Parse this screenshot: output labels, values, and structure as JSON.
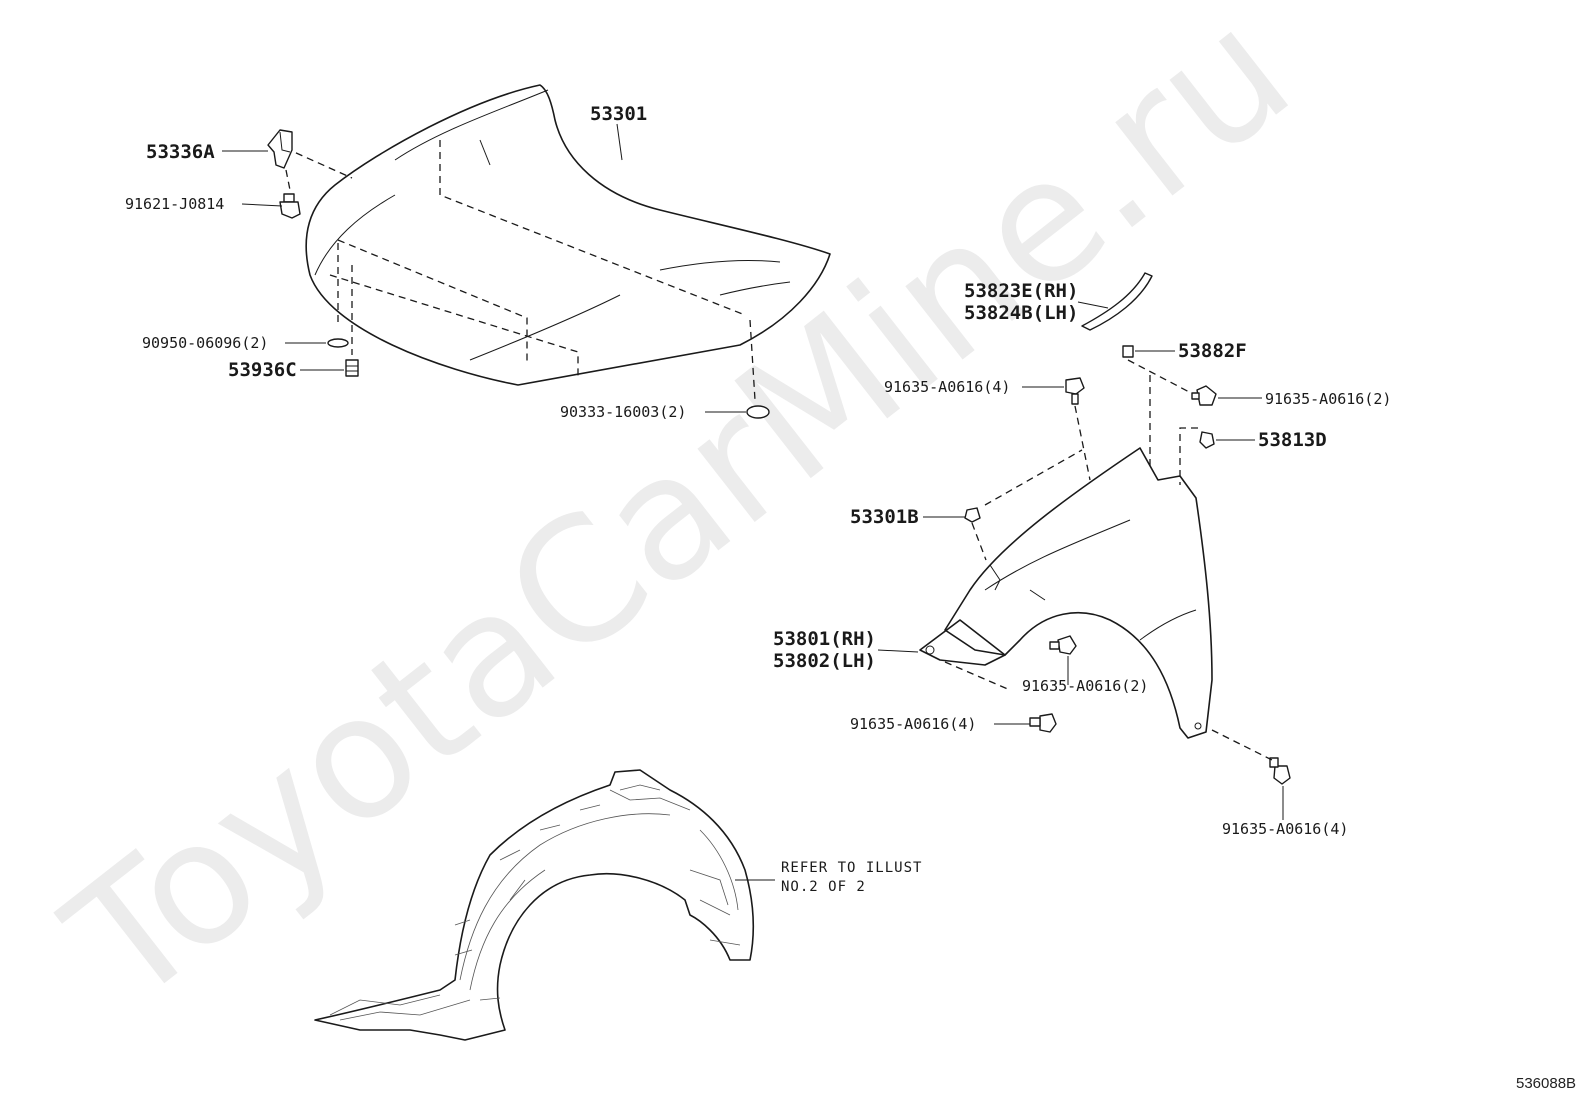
{
  "watermark": "ToyotaCarMine.ru",
  "diagram_code": "536088B",
  "labels": {
    "hood": "53301",
    "hinge_bracket": "53336A",
    "hinge_bolt": "91621-J0814",
    "hood_seal": "90950-06096(2)",
    "hood_cushion": "53936C",
    "hood_plug": "90333-16003(2)",
    "fender_seal_rh": "53823E(RH)",
    "fender_seal_lh": "53824B(LH)",
    "fender_clip": "53882F",
    "bolt_top_left": "91635-A0616(4)",
    "bolt_top_right": "91635-A0616(2)",
    "fender_grommet": "53813D",
    "fender_insulator": "53301B",
    "fender_rh": "53801(RH)",
    "fender_lh": "53802(LH)",
    "bolt_mid": "91635-A0616(2)",
    "bolt_low_left": "91635-A0616(4)",
    "bolt_bottom": "91635-A0616(4)",
    "liner_note_1": "REFER TO ILLUST",
    "liner_note_2": "NO.2 OF 2"
  }
}
